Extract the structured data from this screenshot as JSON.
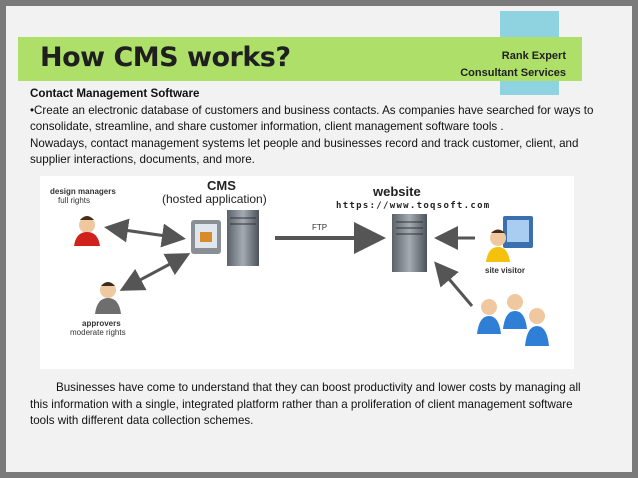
{
  "slide": {
    "title": "How CMS works?",
    "company_line1": "Rank Expert",
    "company_line2": "Consultant Services",
    "heading": "Contact Management Software",
    "paragraph1": "•Create an electronic database of customers and business contacts. As companies have searched for ways to consolidate, streamline, and share customer information, client management software tools .",
    "paragraph2": "Nowadays, contact management systems let people and businesses record and track customer, client, and supplier interactions, documents, and more.",
    "bottom_paragraph": "Businesses have come to understand that they can boost productivity and lower costs by managing all this information with a single, integrated platform rather than a proliferation of client management software tools with different data collection schemes."
  },
  "diagram": {
    "design_managers": "design managers",
    "full_rights": "full rights",
    "cms": "CMS",
    "hosted": "(hosted application)",
    "website": "website",
    "url": "https://www.toqsoft.com",
    "ftp": "FTP",
    "site_visitor": "site visitor",
    "approvers": "approvers",
    "moderate_rights": "moderate rights",
    "colors": {
      "accent": "#8fd3e0",
      "banner": "#aee069"
    }
  }
}
